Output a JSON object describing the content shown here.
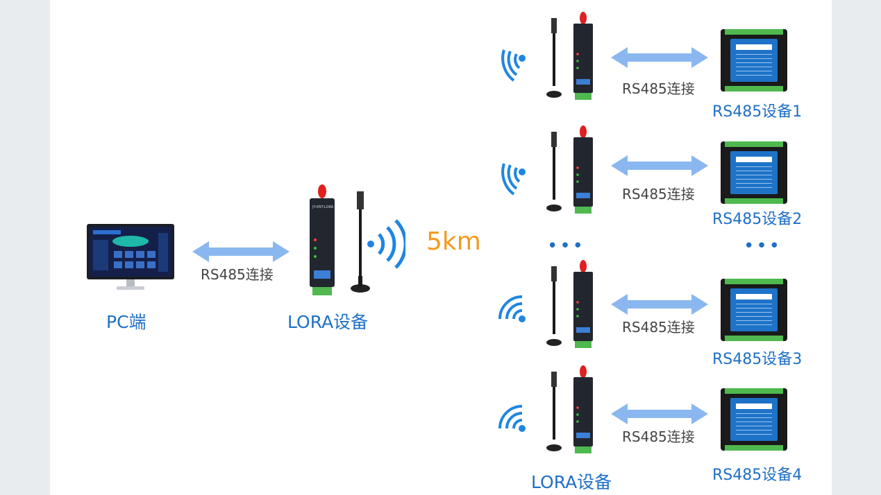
{
  "pc": {
    "label": "PC端"
  },
  "left_link": {
    "label": "RS485连接"
  },
  "center_lora": {
    "label": "LORA设备"
  },
  "distance": {
    "label": "5km"
  },
  "ellipsis": {
    "left": "•••",
    "right": "•••"
  },
  "right_lora": {
    "label": "LORA设备"
  },
  "nodes": [
    {
      "link": "RS485连接",
      "device": "RS485设备1"
    },
    {
      "link": "RS485连接",
      "device": "RS485设备2"
    },
    {
      "link": "RS485连接",
      "device": "RS485设备3"
    },
    {
      "link": "RS485连接",
      "device": "RS485设备4"
    }
  ],
  "colors": {
    "accent": "#1f6fc6",
    "arrow": "#8ab7ef",
    "distance": "#f39a1e",
    "background": "#e9ecef"
  }
}
